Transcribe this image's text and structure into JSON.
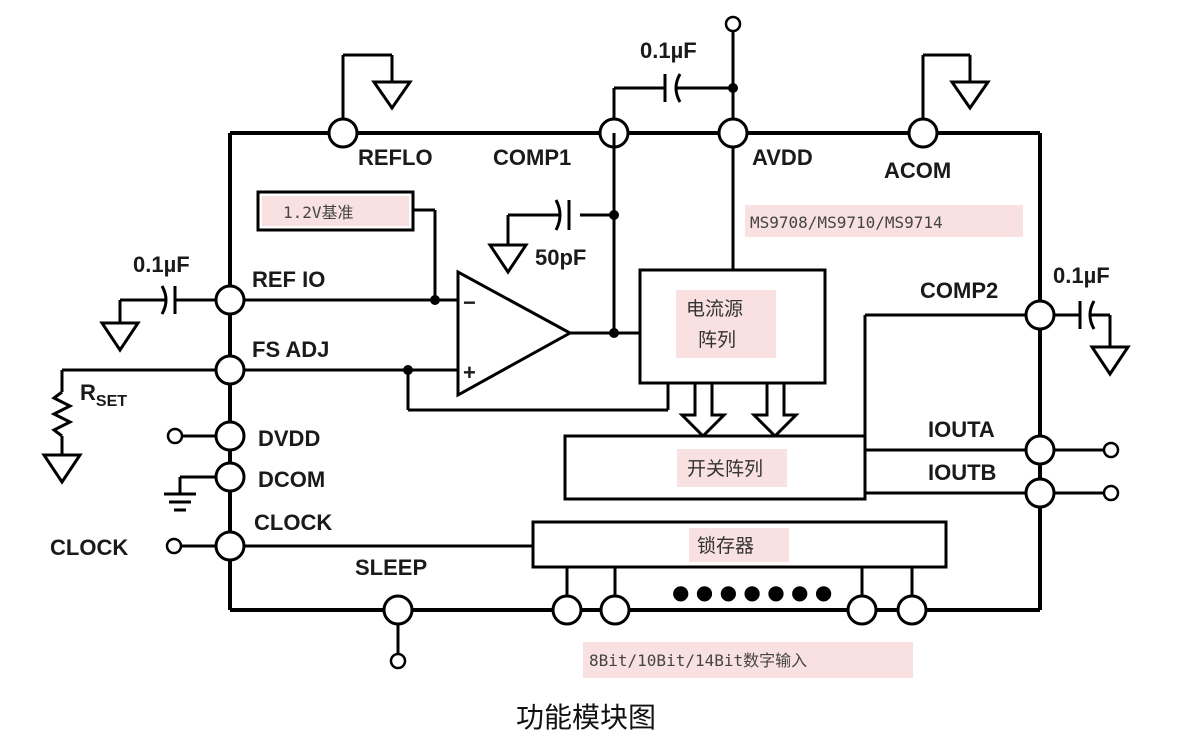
{
  "title_caption": "功能模块图",
  "chip_part_numbers": "MS9708/MS9710/MS9714",
  "pins": {
    "reflo": "REFLO",
    "comp1": "COMP1",
    "avdd": "AVDD",
    "acom": "ACOM",
    "refio": "REF IO",
    "fsadj": "FS ADJ",
    "dvdd": "DVDD",
    "dcom": "DCOM",
    "clock": "CLOCK",
    "sleep": "SLEEP",
    "comp2": "COMP2",
    "iouta": "IOUTA",
    "ioutb": "IOUTB"
  },
  "external": {
    "clock_input": "CLOCK",
    "rset_main": "R",
    "rset_sub": "SET"
  },
  "capacitors": {
    "comp1_cap": "0.1µF",
    "internal_cap": "50pF",
    "refio_cap": "0.1µF",
    "comp2_cap": "0.1µF"
  },
  "blocks": {
    "reference": "1.2V基准",
    "current_source_line1": "电流源",
    "current_source_line2": "阵列",
    "switch_array": "开关阵列",
    "latch": "锁存器"
  },
  "opamp": {
    "minus": "−",
    "plus": "+"
  },
  "digital_input_label": "8Bit/10Bit/14Bit数字输入",
  "bus_dots": "● ● ● ● ● ● ●"
}
